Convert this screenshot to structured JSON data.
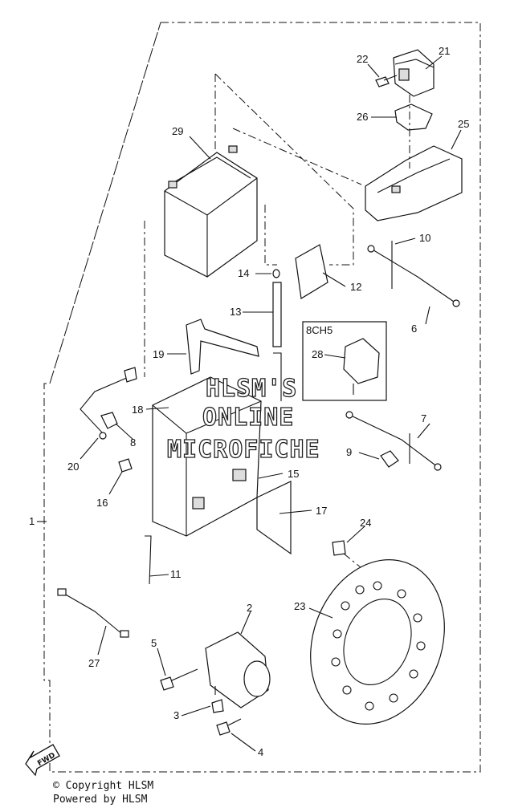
{
  "labels": {
    "p1": "1",
    "p2": "2",
    "p3": "3",
    "p4": "4",
    "p5": "5",
    "p6": "6",
    "p7": "7",
    "p8": "8",
    "p9": "9",
    "p10": "10",
    "p11": "11",
    "p12": "12",
    "p13": "13",
    "p14": "14",
    "p15": "15",
    "p16": "16",
    "p17": "17",
    "p18": "18",
    "p19": "19",
    "p20": "20",
    "p21": "21",
    "p22": "22",
    "p23": "23",
    "p24": "24",
    "p25": "25",
    "p26": "26",
    "p27": "27",
    "p28": "28",
    "p29": "29"
  },
  "inset_box_title": "8CH5",
  "watermark": {
    "line1": "HLSM'S",
    "line2": "ONLINE",
    "line3": "MICROFICHE"
  },
  "fwd_label": "FWD",
  "footer": {
    "copyright": "© Copyright HLSM",
    "powered": "Powered by HLSM"
  }
}
